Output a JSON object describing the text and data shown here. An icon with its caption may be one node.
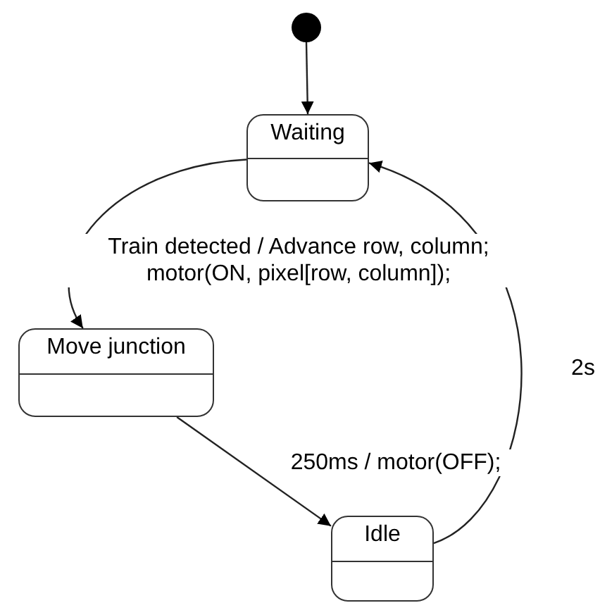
{
  "diagram": {
    "nodes": [
      {
        "text": [],
        "shape": "circle"
      },
      {
        "text": [
          "Waiting"
        ]
      },
      {
        "text": [
          "Move junction"
        ]
      },
      {
        "text": [
          "Idle"
        ]
      }
    ],
    "edges": [
      {
        "from": 0,
        "to": 1,
        "arrow": "to"
      },
      {
        "from": 1,
        "to": 2,
        "arrow": "to",
        "label": "Train detected / Advance row, column; motor(ON, pixel[row, column]);"
      },
      {
        "from": 2,
        "to": 3,
        "arrow": "to",
        "label": "250ms / motor(OFF);"
      },
      {
        "from": 3,
        "to": 1,
        "arrow": "to",
        "label": "2s"
      }
    ]
  }
}
